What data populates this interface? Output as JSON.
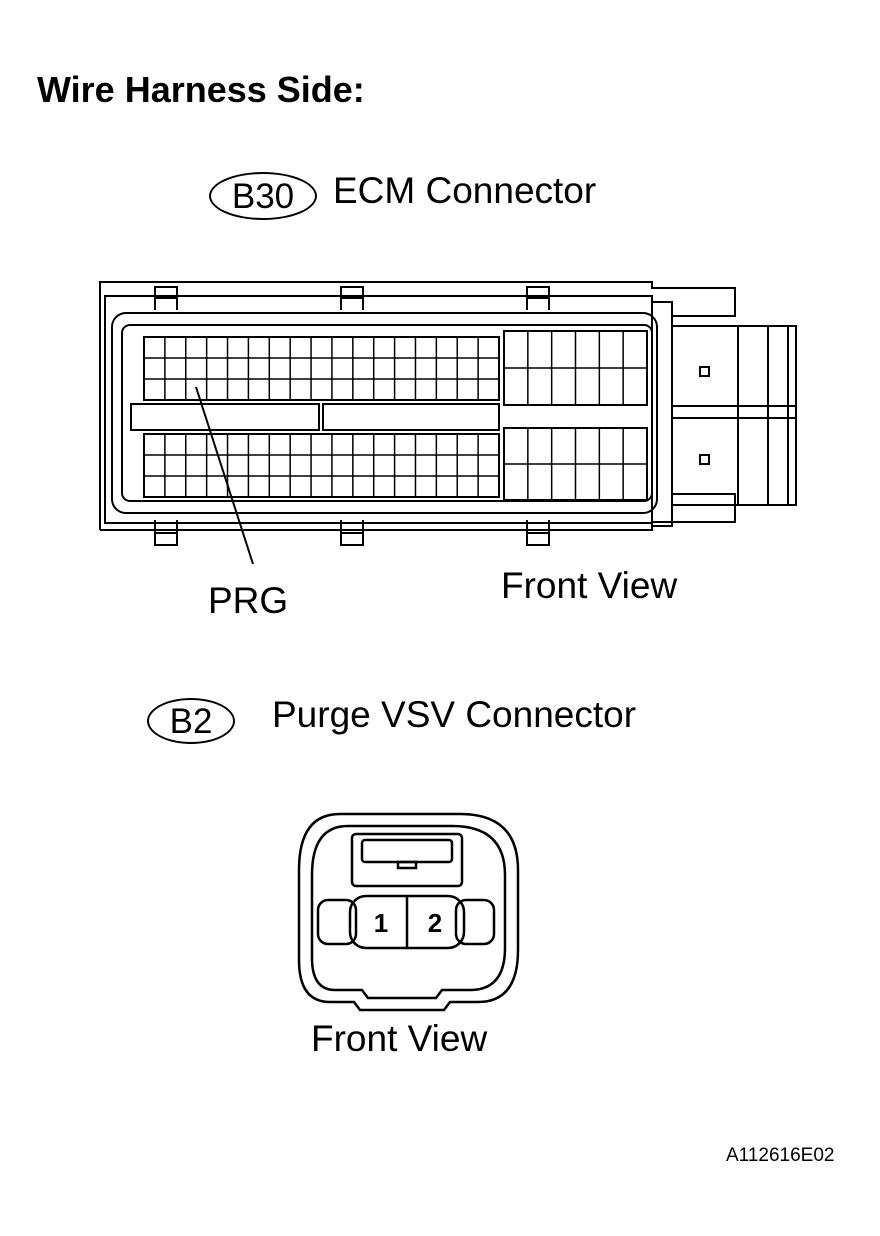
{
  "heading": "Wire Harness Side:",
  "ecm_connector": {
    "code": "B30",
    "title": "ECM Connector",
    "terminal_label": "PRG",
    "view_label": "Front View"
  },
  "vsv_connector": {
    "code": "B2",
    "title": "Purge VSV Connector",
    "pins": [
      "1",
      "2"
    ],
    "view_label": "Front View"
  },
  "figure_code": "A112616E02"
}
